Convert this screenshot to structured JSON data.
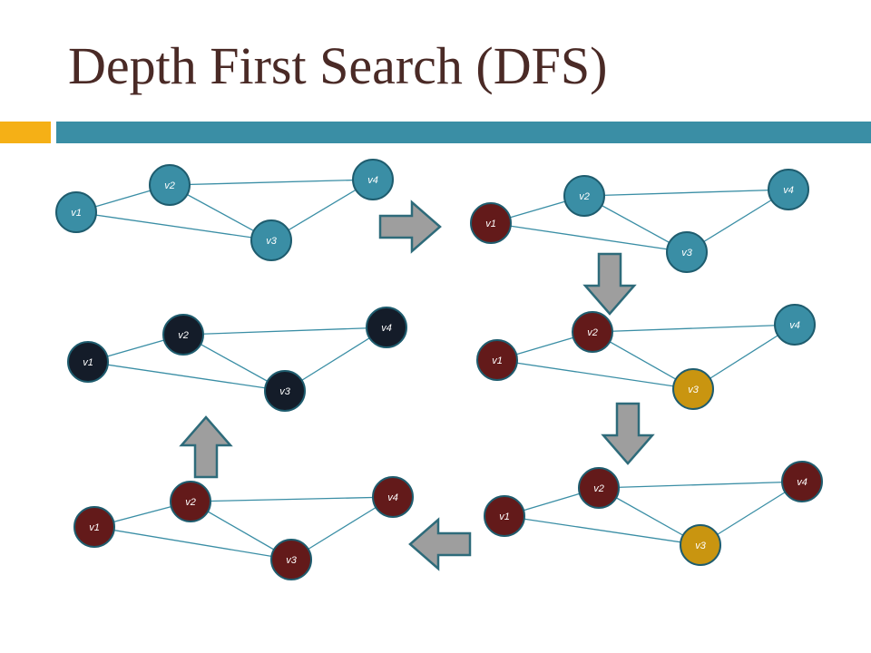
{
  "slide": {
    "title": "Depth First Search (DFS)"
  },
  "colors": {
    "title_text": "#4a2a26",
    "accent_bar": "#f5b016",
    "main_bar": "#3a8ea5",
    "unvisited": "#3a8ea5",
    "visited": "#631a1a",
    "current": "#c99510",
    "finished": "#141c29",
    "edge": "#3a8ea5",
    "node_border": "#1e5c6e",
    "arrow_fill": "#9e9e9e",
    "arrow_border": "#2e6b7a"
  },
  "graph": {
    "nodes": [
      "v1",
      "v2",
      "v3",
      "v4"
    ],
    "edges": [
      [
        "v1",
        "v2"
      ],
      [
        "v1",
        "v3"
      ],
      [
        "v2",
        "v3"
      ],
      [
        "v2",
        "v4"
      ],
      [
        "v3",
        "v4"
      ]
    ]
  },
  "steps": [
    {
      "states": {
        "v1": "unvisited",
        "v2": "unvisited",
        "v3": "unvisited",
        "v4": "unvisited"
      }
    },
    {
      "states": {
        "v1": "visited",
        "v2": "unvisited",
        "v3": "unvisited",
        "v4": "unvisited"
      }
    },
    {
      "states": {
        "v1": "visited",
        "v2": "visited",
        "v3": "current",
        "v4": "unvisited"
      }
    },
    {
      "states": {
        "v1": "visited",
        "v2": "visited",
        "v3": "current",
        "v4": "visited"
      }
    },
    {
      "states": {
        "v1": "visited",
        "v2": "visited",
        "v3": "visited",
        "v4": "visited"
      }
    },
    {
      "states": {
        "v1": "finished",
        "v2": "finished",
        "v3": "finished",
        "v4": "finished"
      }
    }
  ],
  "flow_arrows": [
    "right",
    "down",
    "down",
    "left",
    "up"
  ]
}
